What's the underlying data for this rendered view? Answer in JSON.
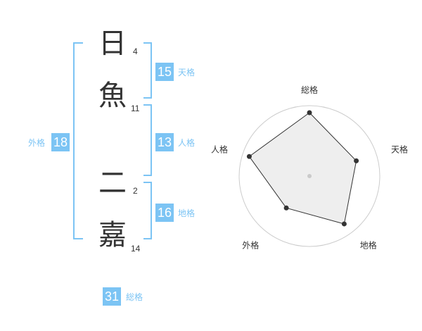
{
  "characters": [
    {
      "char": "日",
      "strokes": "4"
    },
    {
      "char": "魚",
      "strokes": "11"
    },
    {
      "char": "二",
      "strokes": "2"
    },
    {
      "char": "嘉",
      "strokes": "14"
    }
  ],
  "kakaku": {
    "tenkaku": {
      "value": "15",
      "label": "天格"
    },
    "jinkaku": {
      "value": "13",
      "label": "人格"
    },
    "chikaku": {
      "value": "16",
      "label": "地格"
    },
    "gaikaku": {
      "value": "18",
      "label": "外格"
    },
    "soukaku": {
      "value": "31",
      "label": "総格"
    }
  },
  "colors": {
    "accent": "#7cc4f4",
    "text": "#333333",
    "grid": "#cccccc"
  },
  "chart_data": {
    "type": "radar",
    "categories": [
      "総格",
      "天格",
      "地格",
      "外格",
      "人格"
    ],
    "values": [
      4.5,
      3.5,
      4.2,
      2.8,
      4.5
    ],
    "range": [
      0,
      5
    ],
    "grid": true
  }
}
